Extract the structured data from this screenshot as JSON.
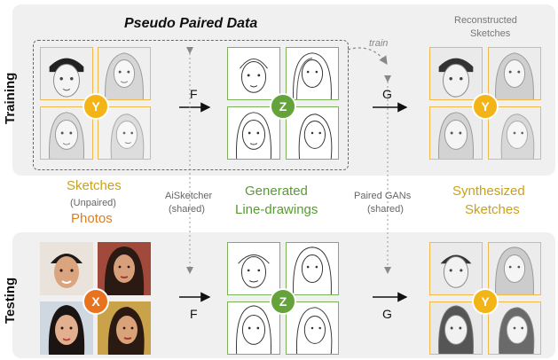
{
  "title": "Pseudo Paired Data",
  "rows": {
    "training": "Training",
    "testing": "Testing"
  },
  "badges": {
    "y": "Y",
    "z": "Z",
    "x": "X"
  },
  "ops": {
    "f": "F",
    "g": "G",
    "train": "train"
  },
  "labels": {
    "reconstructed": [
      "Reconstructed",
      "Sketches"
    ],
    "sketches": "Sketches",
    "unpaired": "(Unpaired)",
    "photos": "Photos",
    "aisketcher": [
      "AiSketcher",
      "(shared)"
    ],
    "generated": [
      "Generated",
      "Line-drawings"
    ],
    "pairedgans": [
      "Paired GANs",
      "(shared)"
    ],
    "synthesized": [
      "Synthesized",
      "Sketches"
    ]
  },
  "colors": {
    "yellow": "#f2b416",
    "green": "#63a33a",
    "orange": "#e8731f",
    "sketchBorder": "#f0b94a",
    "lineBorder": "#7bb258"
  },
  "icons": [
    "face-sketch-image",
    "line-drawing-image",
    "face-photo-image",
    "arrow-right-icon"
  ]
}
